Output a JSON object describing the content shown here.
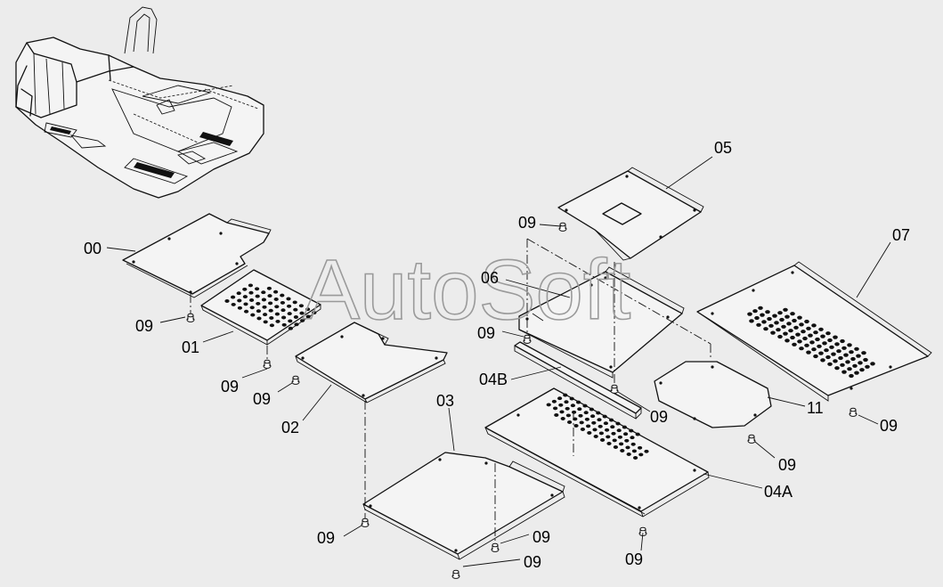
{
  "watermark": "AutoSoft",
  "labels": {
    "l00": "00",
    "l01": "01",
    "l02": "02",
    "l03": "03",
    "l04a": "04A",
    "l04b": "04B",
    "l05": "05",
    "l06": "06",
    "l07": "07",
    "l11": "11",
    "l09": "09"
  }
}
